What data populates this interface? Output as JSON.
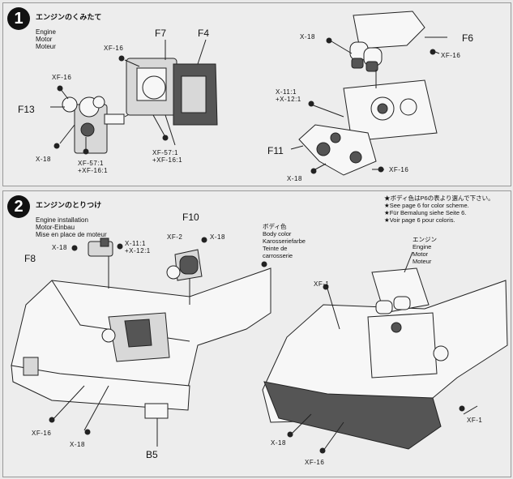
{
  "step1": {
    "number": "1",
    "title_jp": "エンジンのくみたて",
    "title_lines": "Engine\nMotor\nMoteur",
    "labels": {
      "f7": "F7",
      "f4": "F4",
      "f6": "F6",
      "f13": "F13",
      "f11": "F11",
      "xf16_a": "XF-16",
      "xf16_b": "XF-16",
      "xf16_c": "XF-16",
      "xf16_d": "XF-16",
      "x18_a": "X-18",
      "x18_b": "X-18",
      "x18_c": "X-18",
      "mix_left": "XF-57:1\n+XF-16:1",
      "mix_mid": "XF-57:1\n+XF-16:1",
      "mix_x11": "X-11:1\n+X-12:1"
    }
  },
  "step2": {
    "number": "2",
    "title_jp": "エンジンのとりつけ",
    "title_lines": "Engine installation\nMotor-Einbau\nMise en place de moteur",
    "note": "★ボディ色はP6の表より選んで下さい。\n★See page 6 for color scheme.\n★Für Bemalung siehe Seite 6.\n★Voir page 6 pour coloris.",
    "body_color": "ボディ色\nBody color\nKarosseriefarbe\nTeinte de\ncarrosserie",
    "engine_label": "エンジン\nEngine\nMotor\nMoteur",
    "labels": {
      "f8": "F8",
      "f10": "F10",
      "b5": "B5",
      "x18_a": "X-18",
      "x18_b": "X-18",
      "x18_c": "X-18",
      "x18_d": "X-18",
      "mix_x11": "X-11:1\n+X-12:1",
      "xf2": "XF-2",
      "xf1_a": "XF-1",
      "xf1_b": "XF-1",
      "xf16_a": "XF-16",
      "xf16_b": "XF-16"
    }
  }
}
